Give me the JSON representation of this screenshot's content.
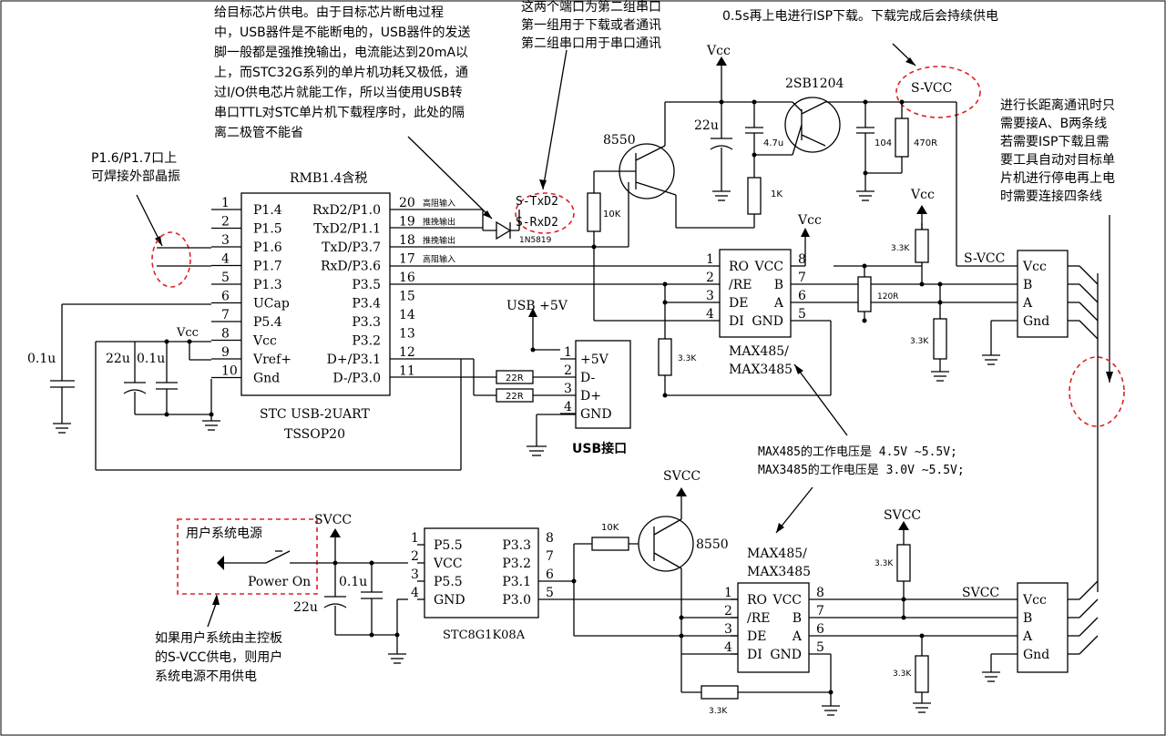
{
  "notes": {
    "diode_note": [
      "给目标芯片供电。由于目标芯片断电过程",
      "中，USB器件是不能断电的，USB器件的发送",
      "脚一般都是强推挽输出，电流能达到20mA以",
      "上，而STC32G系列的单片机功耗又极低，通",
      "过I/O供电芯片就能工作，所以当使用USB转",
      "串口TTL对STC单片机下载程序时，此处的隔",
      "离二极管不能省"
    ],
    "port_note": [
      "这两个端口为第二组串口",
      "第一组用于下载或者通讯",
      "第二组串口用于串口通讯"
    ],
    "svcc_note": "0.5s再上电进行ISP下载。下载完成后会持续供电",
    "crystal_note": [
      "P1.6/P1.7口上",
      "可焊接外部晶振"
    ],
    "long_distance_note": [
      "进行长距离通讯时只",
      "需要接A、B两条线",
      "若需要ISP下载且需",
      "要工具自动对目标单",
      "片机进行停电再上电",
      "时需要连接四条线"
    ],
    "max_voltage_note": [
      "MAX485的工作电压是 4.5V ~5.5V;",
      "MAX3485的工作电压是 3.0V ~5.5V;"
    ],
    "user_power_label": "用户系统电源",
    "user_power_note": [
      "如果用户系统由主控板",
      "的S-VCC供电，则用户",
      "系统电源不用供电"
    ]
  },
  "u1": {
    "title": "RMB1.4含税",
    "name": "STC USB-2UART",
    "package": "TSSOP20",
    "left_pins": [
      {
        "num": "1",
        "name": "P1.4"
      },
      {
        "num": "2",
        "name": "P1.5"
      },
      {
        "num": "3",
        "name": "P1.6"
      },
      {
        "num": "4",
        "name": "P1.7"
      },
      {
        "num": "5",
        "name": "P1.3"
      },
      {
        "num": "6",
        "name": "UCap"
      },
      {
        "num": "7",
        "name": "P5.4"
      },
      {
        "num": "8",
        "name": "Vcc"
      },
      {
        "num": "9",
        "name": "Vref+"
      },
      {
        "num": "10",
        "name": "Gnd"
      }
    ],
    "right_pins": [
      {
        "num": "20",
        "name": "RxD2/P1.0",
        "tag": "高阻输入"
      },
      {
        "num": "19",
        "name": "TxD2/P1.1",
        "tag": "推挽输出"
      },
      {
        "num": "18",
        "name": "TxD/P3.7",
        "tag": "推挽输出"
      },
      {
        "num": "17",
        "name": "RxD/P3.6",
        "tag": "高阻输入"
      },
      {
        "num": "16",
        "name": "P3.5",
        "tag": ""
      },
      {
        "num": "15",
        "name": "P3.4",
        "tag": ""
      },
      {
        "num": "14",
        "name": "P3.3",
        "tag": ""
      },
      {
        "num": "13",
        "name": "P3.2",
        "tag": ""
      },
      {
        "num": "12",
        "name": "D+/P3.1",
        "tag": ""
      },
      {
        "num": "11",
        "name": "D-/P3.0",
        "tag": ""
      }
    ]
  },
  "usb": {
    "supply": "USB +5V",
    "label": "USB接口",
    "pins": [
      {
        "num": "1",
        "name": "+5V"
      },
      {
        "num": "2",
        "name": "D-"
      },
      {
        "num": "3",
        "name": "D+"
      },
      {
        "num": "4",
        "name": "GND"
      }
    ],
    "r1": "22R",
    "r2": "22R"
  },
  "top": {
    "diode": "1N5819",
    "s_txd2": "S-TxD2",
    "s_rxd2": "S-RxD2",
    "q1": "8550",
    "q2": "2SB1204",
    "r10k": "10K",
    "r1k": "1K",
    "r470": "470R",
    "c22u": "22u",
    "c47u": "4.7u",
    "c104": "104",
    "vcc": "Vcc",
    "svcc": "S-VCC",
    "c01u_a": "0.1u",
    "c22u_b": "22u",
    "c01u_b": "0.1u",
    "c01u_left": "0.1u",
    "r33k_mid": "3.3K",
    "max_name": [
      "MAX485/",
      "MAX3485"
    ],
    "max_left": [
      {
        "num": "1",
        "name": "RO"
      },
      {
        "num": "2",
        "name": "/RE"
      },
      {
        "num": "3",
        "name": "DE"
      },
      {
        "num": "4",
        "name": "DI"
      }
    ],
    "max_right": [
      {
        "num": "8",
        "name": "VCC"
      },
      {
        "num": "7",
        "name": "B"
      },
      {
        "num": "6",
        "name": "A"
      },
      {
        "num": "5",
        "name": "GND"
      }
    ],
    "r120": "120R",
    "r33k_a": "3.3K",
    "r33k_b": "3.3K",
    "conn": [
      "Vcc",
      "B",
      "A",
      "Gnd"
    ]
  },
  "bottom": {
    "svcc": "SVCC",
    "power_on": "Power On",
    "c01u": "0.1u",
    "c22u": "22u",
    "mcu_left": [
      {
        "num": "1",
        "name": "P5.5"
      },
      {
        "num": "2",
        "name": "VCC"
      },
      {
        "num": "3",
        "name": "P5.5"
      },
      {
        "num": "4",
        "name": "GND"
      }
    ],
    "mcu_right": [
      {
        "num": "8",
        "name": "P3.3"
      },
      {
        "num": "7",
        "name": "P3.2"
      },
      {
        "num": "6",
        "name": "P3.1"
      },
      {
        "num": "5",
        "name": "P3.0"
      }
    ],
    "mcu_name": "STC8G1K08A",
    "r10k": "10K",
    "q": "8550",
    "max_name": [
      "MAX485/",
      "MAX3485"
    ],
    "max_left": [
      {
        "num": "1",
        "name": "RO"
      },
      {
        "num": "2",
        "name": "/RE"
      },
      {
        "num": "3",
        "name": "DE"
      },
      {
        "num": "4",
        "name": "DI"
      }
    ],
    "max_right": [
      {
        "num": "8",
        "name": "VCC"
      },
      {
        "num": "7",
        "name": "B"
      },
      {
        "num": "6",
        "name": "A"
      },
      {
        "num": "5",
        "name": "GND"
      }
    ],
    "r33k_top": "3.3K",
    "r33k_bot": "3.3K",
    "r33k_low": "3.3K",
    "conn": [
      "Vcc",
      "B",
      "A",
      "Gnd"
    ]
  }
}
